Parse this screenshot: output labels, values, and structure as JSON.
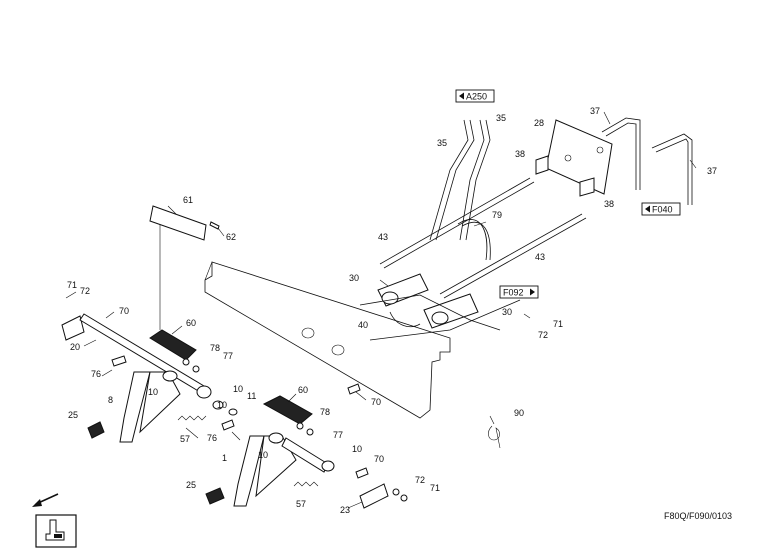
{
  "diagram": {
    "part_labels": {
      "p61": "61",
      "p62": "62",
      "p71a": "71",
      "p72a": "72",
      "p70a": "70",
      "p20": "20",
      "p60a": "60",
      "p78a": "78",
      "p77a": "77",
      "p76a": "76",
      "p10a": "10",
      "p8": "8",
      "p25a": "25",
      "p57a": "57",
      "p76b": "76",
      "p10b": "10",
      "p11": "11",
      "p10c": "10",
      "p60b": "60",
      "p78b": "78",
      "p77b": "77",
      "p1": "1",
      "p10d": "10",
      "p10e": "10",
      "p25b": "25",
      "p57b": "57",
      "p70b": "70",
      "p70c": "70",
      "p23": "23",
      "p72b": "72",
      "p71b": "71",
      "p90": "90",
      "p30a": "30",
      "p40": "40",
      "p43a": "43",
      "p79": "79",
      "p43b": "43",
      "p30b": "30",
      "p71c": "71",
      "p72c": "72",
      "p35a": "35",
      "p35b": "35",
      "p38a": "38",
      "p28": "28",
      "p37a": "37",
      "p37b": "37",
      "p38b": "38"
    },
    "refs": {
      "a250": "A250",
      "f040": "F040",
      "f092": "F092"
    },
    "drawing_code": "F80Q/F090/0103"
  }
}
